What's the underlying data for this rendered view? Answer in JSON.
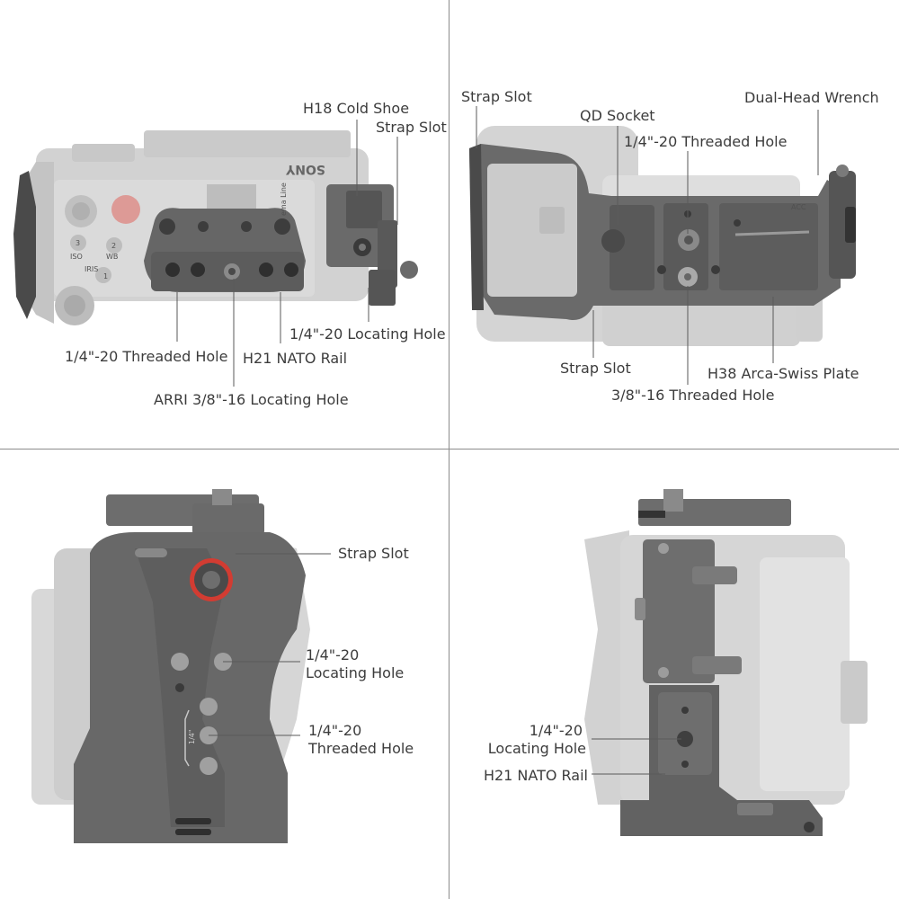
{
  "panels": {
    "top_left": {
      "labels": {
        "cold_shoe": "H18 Cold Shoe",
        "strap_slot": "Strap Slot",
        "threaded_hole": "1/4\"-20 Threaded Hole",
        "nato_rail": "H21 NATO Rail",
        "locating_hole": "1/4\"-20 Locating Hole",
        "arri_hole": "ARRI 3/8\"-16 Locating Hole"
      },
      "camera_print": {
        "brand": "SONY",
        "line": "ema Line",
        "wb": "WB",
        "iso": "ISO",
        "iris": "IRIS",
        "btn1": "1",
        "btn2": "2",
        "btn3": "3"
      }
    },
    "top_right": {
      "labels": {
        "strap_slot_top": "Strap Slot",
        "qd_socket": "QD Socket",
        "threaded_hole": "1/4\"-20 Threaded Hole",
        "wrench": "Dual-Head Wrench",
        "strap_slot_bottom": "Strap Slot",
        "arca_plate": "H38 Arca-Swiss Plate",
        "threaded_38": "3/8\"-16 Threaded Hole"
      },
      "camera_print": {
        "acc": "ACC"
      }
    },
    "bottom_left": {
      "labels": {
        "strap_slot": "Strap Slot",
        "locating_hole_l1": "1/4\"-20",
        "locating_hole_l2": "Locating Hole",
        "threaded_hole_l1": "1/4\"-20",
        "threaded_hole_l2": "Threaded Hole"
      },
      "cage_print": "1/4\""
    },
    "bottom_right": {
      "labels": {
        "locating_hole_l1": "1/4\"-20",
        "locating_hole_l2": "Locating Hole",
        "nato_rail": "H21 NATO Rail"
      }
    }
  },
  "colors": {
    "divider": "#8c8c8c",
    "camera_body": "#d2d2d2",
    "camera_dark": "#b4b4b4",
    "cage": "#666666",
    "cage_light": "#7a7a7a",
    "leader": "#5a5a5a",
    "label_text": "#3c3c3c",
    "accent_red": "#d23c32"
  }
}
